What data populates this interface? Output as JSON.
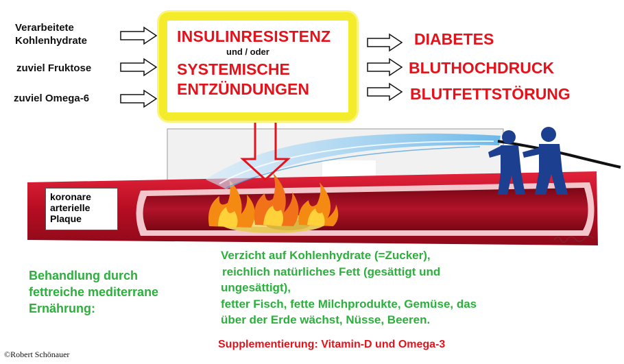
{
  "causes": {
    "carbs_line1": "Verarbeitete",
    "carbs_line2": "Kohlenhydrate",
    "fructose": "zuviel Fruktose",
    "omega6": "zuviel Omega-6"
  },
  "center": {
    "insulin": "INSULINRESISTENZ",
    "and_or": "und / oder",
    "systemic": "SYSTEMISCHE",
    "inflammation": "ENTZÜNDUNGEN"
  },
  "outcomes": {
    "diabetes": "DIABETES",
    "hypertension": "BLUTHOCHDRUCK",
    "lipids": "BLUTFETTSTÖRUNG"
  },
  "plaque": {
    "line1": "koronare",
    "line2": "arterielle",
    "line3": "Plaque"
  },
  "treatment": {
    "label_line1": "Behandlung durch",
    "label_line2": "fettreiche mediterrane",
    "label_line3": "Ernährung:",
    "line1": "Verzicht auf Kohlenhydrate (=Zucker),",
    "line2": "reichlich natürliches Fett (gesättigt und",
    "line3": "ungesättigt),",
    "line4": "fetter Fisch, fette Milchprodukte, Gemüse, das",
    "line5": "über der Erde wächst, Nüsse, Beeren.",
    "supplement": "Supplementierung: Vitamin-D und Omega-3"
  },
  "copyright": "©Robert Schönauer",
  "colors": {
    "red": "#e3121b",
    "green": "#2bb03c",
    "yellow": "#f4ec2a",
    "artery": "#c8102e",
    "firefighter": "#1d3f8f",
    "water": "#8ec9ee"
  }
}
